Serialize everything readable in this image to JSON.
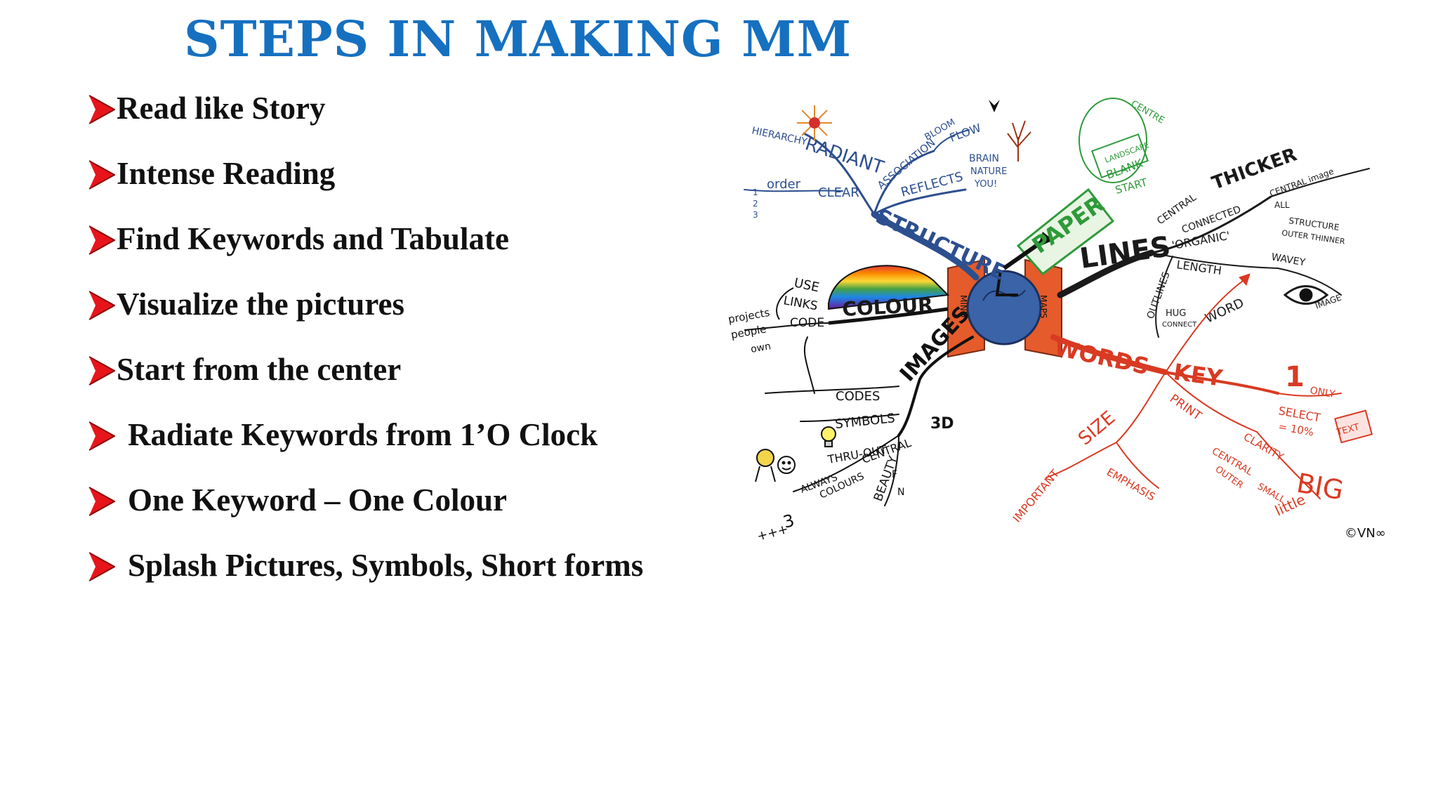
{
  "slide": {
    "title": "STEPS IN MAKING MM",
    "bullets": [
      "Read like Story",
      "Intense Reading",
      "Find Keywords and Tabulate",
      "Visualize the pictures",
      "Start from the center",
      "Radiate Keywords from 1’O Clock",
      "One Keyword – One Colour",
      "Splash Pictures, Symbols, Short forms"
    ]
  },
  "mind_map": {
    "center": {
      "top": "MIND",
      "right": "MAPS"
    },
    "branches": {
      "structure": {
        "label": "STRUCTURE",
        "words": [
          "RADIANT",
          "HIERARCHY",
          "order",
          "CLEAR",
          "ASSOCIATION",
          "BLOOM",
          "FLOW",
          "REFLECTS",
          "BRAIN",
          "NATURE",
          "YOU!",
          "1",
          "2",
          "3"
        ]
      },
      "paper": {
        "label": "PAPER",
        "words": [
          "CENTRE",
          "LANDSCAPE",
          "BLANK",
          "START"
        ]
      },
      "lines": {
        "label": "LINES",
        "words": [
          "THICKER",
          "CENTRAL",
          "CONNECTED",
          "'ORGANIC'",
          "LENGTH",
          "CENTRAL image",
          "ALL",
          "STRUCTURE",
          "OUTER THINNER",
          "WAVEY",
          "IMAGE",
          "OUTLINES",
          "HUG",
          "CONNECT",
          "WORD"
        ]
      },
      "colour": {
        "label": "COLOUR",
        "words": [
          "USE",
          "LINKS",
          "CODE",
          "projects",
          "people",
          "own"
        ]
      },
      "images": {
        "label": "IMAGES",
        "words": [
          "CODES",
          "SYMBOLS",
          "THRU-OUT",
          "CENTRAL",
          "ALWAYS",
          "COLOURS",
          "BEAUTY",
          "3D",
          "F",
          "N",
          "3",
          "+++"
        ]
      },
      "words": {
        "label": "WORDS",
        "words": [
          "KEY",
          "ONLY",
          "SELECT",
          "= 10%",
          "TEXT",
          "PRINT",
          "CLARITY",
          "CENTRAL",
          "OUTER",
          "SMALL",
          "little",
          "BIG",
          "SIZE",
          "IMPORTANT",
          "EMPHASIS",
          "1"
        ]
      }
    },
    "signature": "©VN∞"
  },
  "colors": {
    "title": "#1670c0",
    "bullet_text": "#111111",
    "arrow": "#e8141b",
    "structure": "#2c4f8f",
    "paper": "#2f9a3a",
    "lines": "#1a1a1a",
    "words": "#d93a23",
    "center": "#e55b2b"
  }
}
